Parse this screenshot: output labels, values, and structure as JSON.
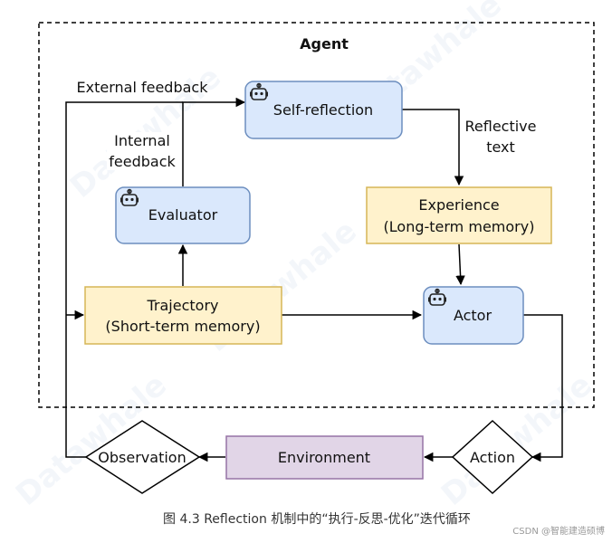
{
  "agent": {
    "title": "Agent"
  },
  "nodes": {
    "self_reflection": {
      "label": "Self-reflection",
      "fill": "#dae8fc",
      "stroke": "#6c8ebf"
    },
    "evaluator": {
      "label": "Evaluator",
      "fill": "#dae8fc",
      "stroke": "#6c8ebf"
    },
    "experience": {
      "line1": "Experience",
      "line2": "(Long-term memory)",
      "fill": "#fff2cc",
      "stroke": "#d6b656"
    },
    "trajectory": {
      "line1": "Trajectory",
      "line2": "(Short-term memory)",
      "fill": "#fff2cc",
      "stroke": "#d6b656"
    },
    "actor": {
      "label": "Actor",
      "fill": "#dae8fc",
      "stroke": "#6c8ebf"
    },
    "environment": {
      "label": "Environment",
      "fill": "#e1d5e7",
      "stroke": "#9673a6"
    },
    "action": {
      "label": "Action"
    },
    "observation": {
      "label": "Observation"
    }
  },
  "edge_labels": {
    "external_feedback": "External feedback",
    "internal_feedback_1": "Internal",
    "internal_feedback_2": "feedback",
    "reflective_text_1": "Reflective",
    "reflective_text_2": "text"
  },
  "watermark": "Datawhale",
  "caption": "图 4.3 Reflection 机制中的“执行-反思-优化”迭代循环",
  "credit": "CSDN @智能建造硕博",
  "icons": [
    "robot-icon"
  ]
}
